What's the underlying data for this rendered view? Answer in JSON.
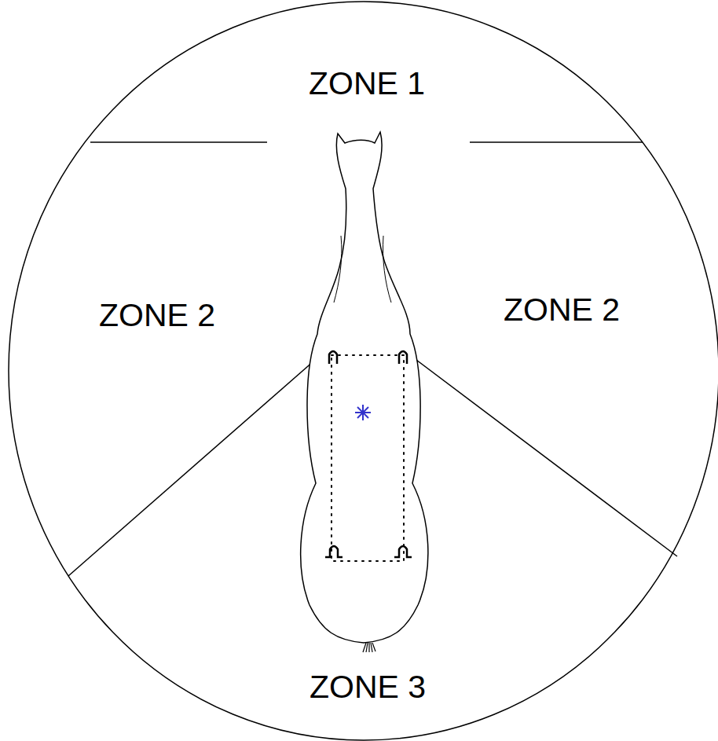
{
  "diagram": {
    "labels": [
      "ZONE 1",
      "ZONE 2",
      "ZONE 2",
      "ZONE 3"
    ]
  }
}
